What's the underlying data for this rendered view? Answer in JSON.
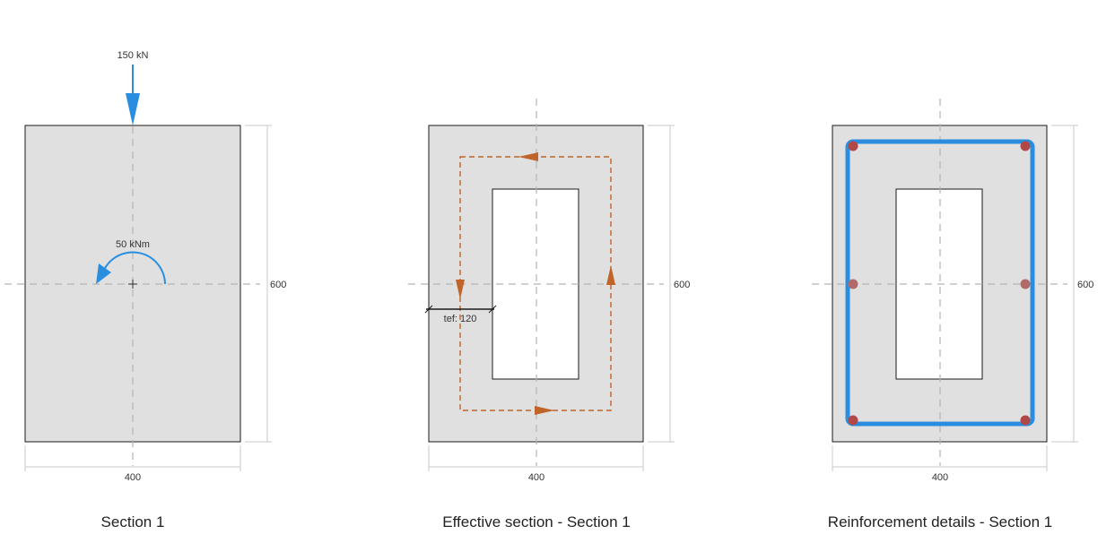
{
  "colors": {
    "section_fill": "#e0e0e0",
    "outline": "#1a1a1a",
    "axis": "#b5b5b5",
    "dimension": "#c8c8c8",
    "load": "#2a8ee0",
    "flow": "#c0642a",
    "rebar": "#b04848"
  },
  "panels": [
    {
      "caption": "Section 1",
      "width_label": "400",
      "height_label": "600",
      "force_label": "150 kN",
      "moment_label": "50 kNm"
    },
    {
      "caption": "Effective section - Section 1",
      "width_label": "400",
      "height_label": "600",
      "thickness_label": "tef: 120"
    },
    {
      "caption": "Reinforcement details - Section 1",
      "width_label": "400",
      "height_label": "600"
    }
  ]
}
